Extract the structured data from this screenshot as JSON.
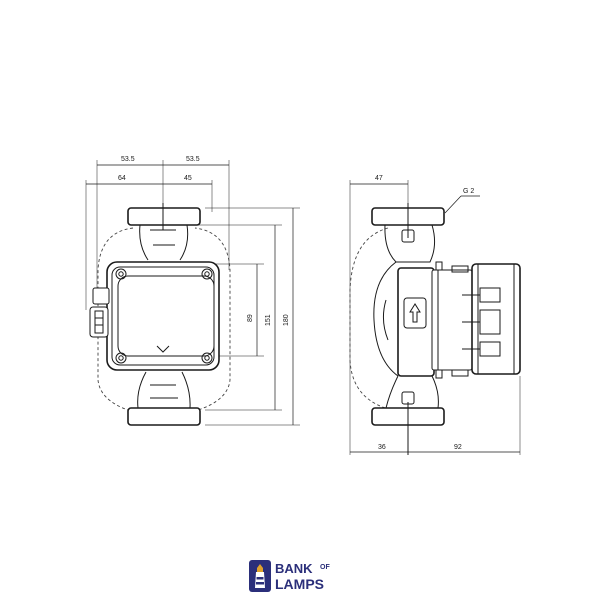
{
  "front_view": {
    "dims": {
      "top_left": "53.5",
      "top_right": "53.5",
      "mid_left": "64",
      "mid_right": "45",
      "height_inner": "89",
      "height_mid": "151",
      "height_total": "180"
    }
  },
  "side_view": {
    "dims": {
      "top": "47",
      "thread": "G 2",
      "bottom_left": "36",
      "bottom_right": "92"
    }
  },
  "logo": {
    "line1": "BANK",
    "line1_small": "OF",
    "line2": "LAMPS",
    "colors": {
      "primary": "#2b2f7a",
      "accent": "#e0a22c"
    }
  }
}
